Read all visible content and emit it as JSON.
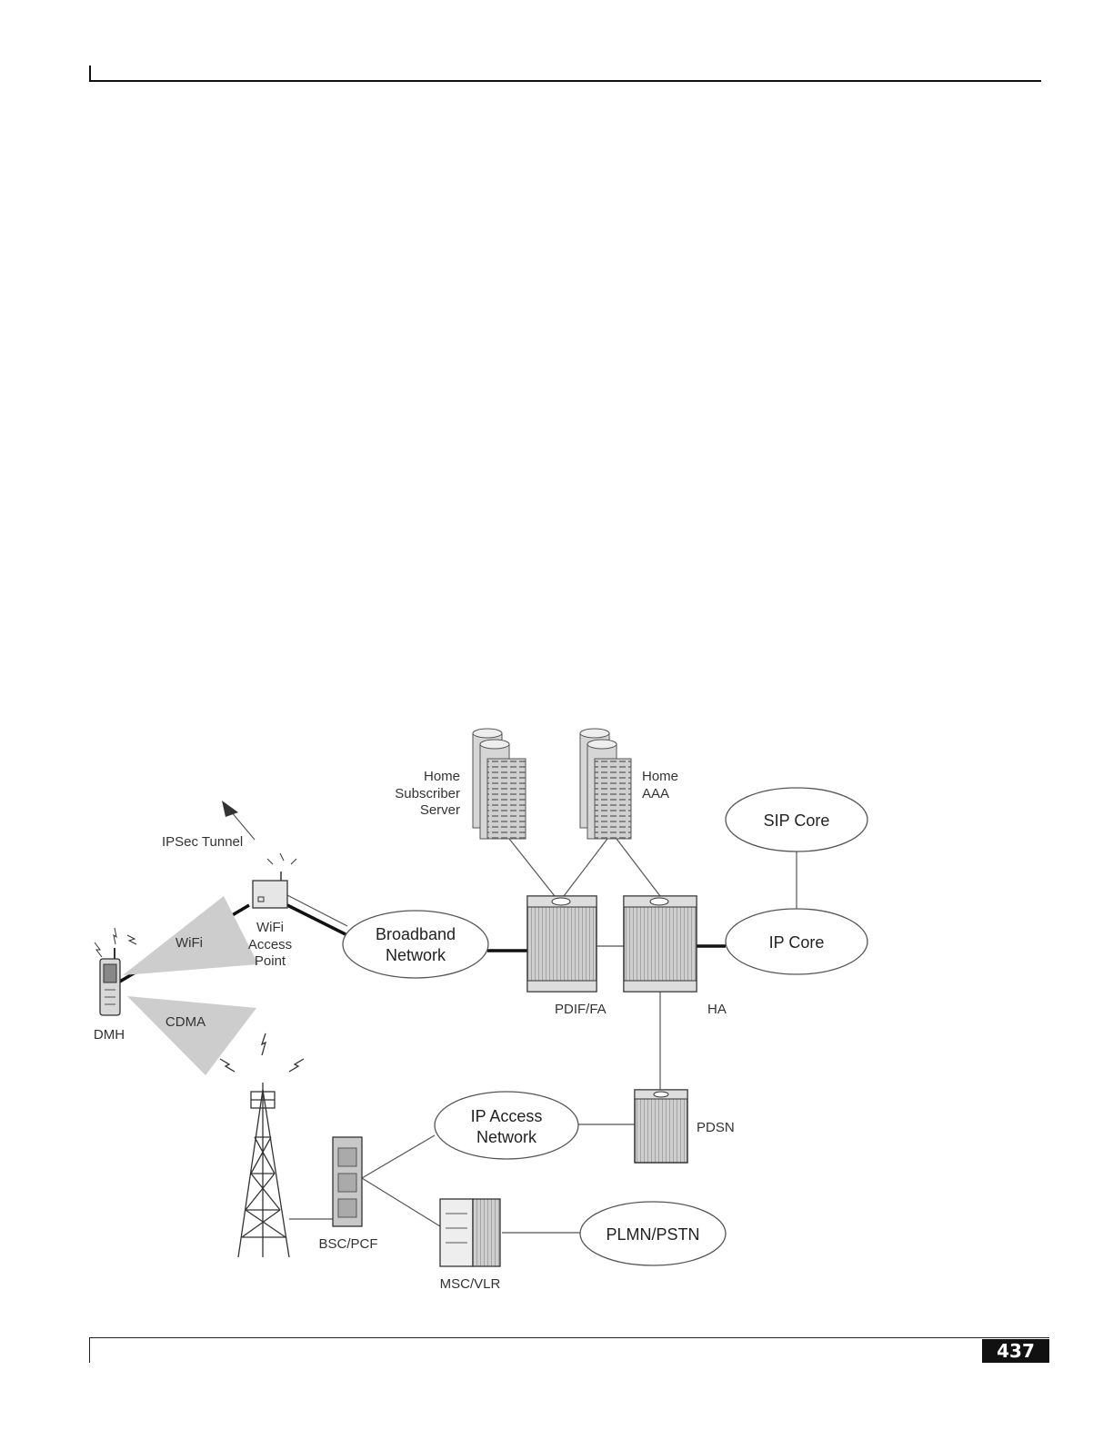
{
  "page": {
    "number": "437"
  },
  "diagram": {
    "labels": {
      "hss": [
        "Home",
        "Subscriber",
        "Server"
      ],
      "aaa": [
        "Home",
        "AAA"
      ],
      "ipsec": "IPSec Tunnel",
      "wifi_ap": [
        "WiFi",
        "Access",
        "Point"
      ],
      "wifi": "WiFi",
      "cdma": "CDMA",
      "dmh": "DMH",
      "pdif": "PDIF/FA",
      "ha": "HA",
      "pdsn": "PDSN",
      "bsc": "BSC/PCF",
      "msc": "MSC/VLR"
    },
    "clouds": {
      "sip_core": "SIP Core",
      "ip_core": "IP Core",
      "broadband": [
        "Broadband",
        "Network"
      ],
      "ip_access": [
        "IP Access",
        "Network"
      ],
      "plmn": "PLMN/PSTN"
    }
  }
}
